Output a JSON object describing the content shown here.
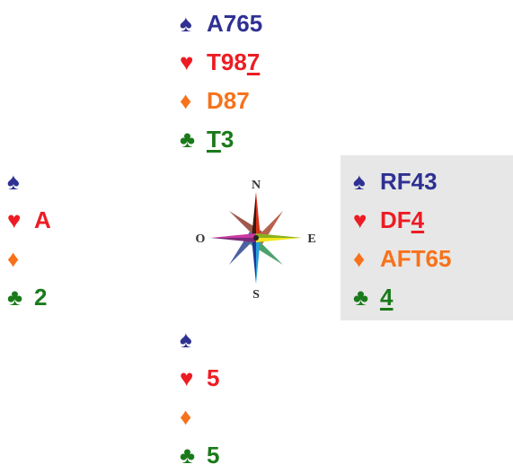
{
  "colors": {
    "spades": "#2e3192",
    "hearts": "#ed1c24",
    "diamonds": "#f7721b",
    "clubs": "#1a7a1a",
    "east_bg": "#e7e7e7"
  },
  "suits": {
    "spades": "♠",
    "hearts": "♥",
    "diamonds": "♦",
    "clubs": "♣"
  },
  "compass": {
    "n": "N",
    "s": "S",
    "e": "E",
    "w": "O",
    "icon": "compass-rose-icon"
  },
  "hands": {
    "north": {
      "spades": [
        {
          "t": "A765",
          "u": false
        }
      ],
      "hearts": [
        {
          "t": "T98",
          "u": false
        },
        {
          "t": "7",
          "u": true
        }
      ],
      "diamonds": [
        {
          "t": "D87",
          "u": false
        }
      ],
      "clubs": [
        {
          "t": "T",
          "u": true
        },
        {
          "t": "3",
          "u": false
        }
      ]
    },
    "west": {
      "spades": [],
      "hearts": [
        {
          "t": "A",
          "u": false
        }
      ],
      "diamonds": [],
      "clubs": [
        {
          "t": "2",
          "u": false
        }
      ]
    },
    "east": {
      "spades": [
        {
          "t": "RF43",
          "u": false
        }
      ],
      "hearts": [
        {
          "t": "DF",
          "u": false
        },
        {
          "t": "4",
          "u": true
        }
      ],
      "diamonds": [
        {
          "t": "AFT65",
          "u": false
        }
      ],
      "clubs": [
        {
          "t": "4",
          "u": true
        }
      ]
    },
    "south": {
      "spades": [],
      "hearts": [
        {
          "t": "5",
          "u": false
        }
      ],
      "diamonds": [],
      "clubs": [
        {
          "t": "5",
          "u": false
        }
      ]
    }
  }
}
